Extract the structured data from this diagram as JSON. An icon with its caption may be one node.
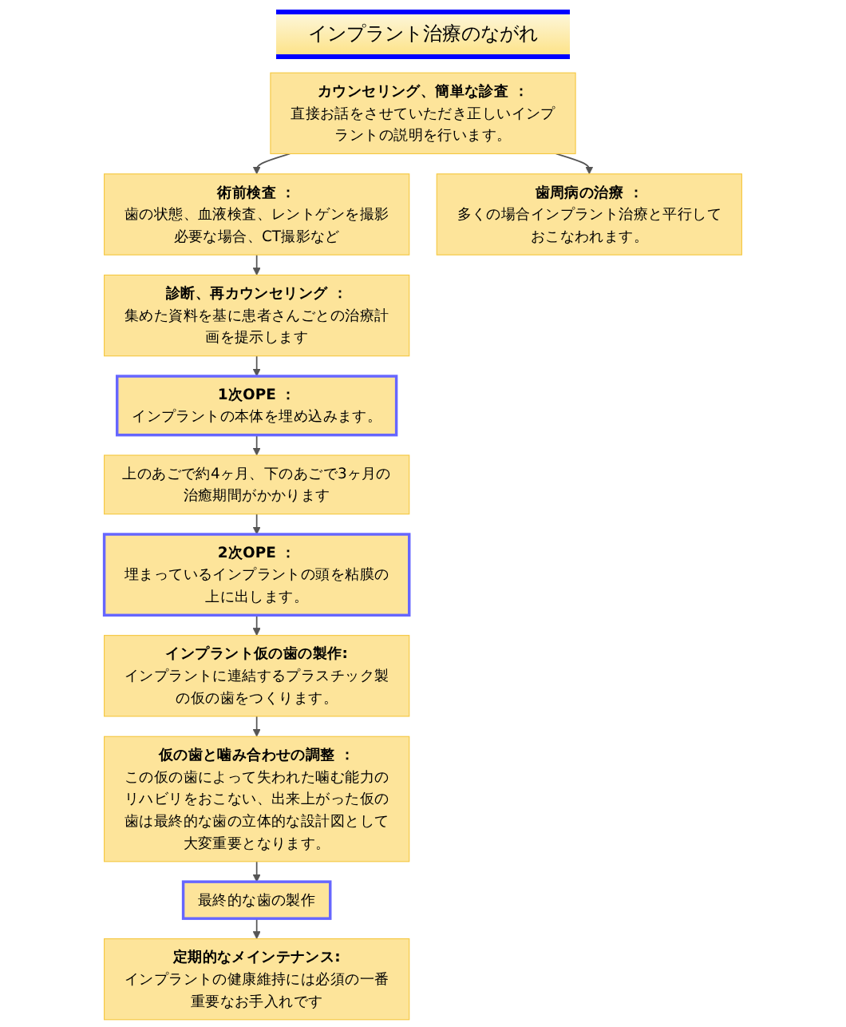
{
  "diagram": {
    "title": "インプラント治療のながれ",
    "nodes": [
      {
        "text": [
          "カウンセリング、簡単な診査 ：",
          "直接お話をさせていただき正しいインプラントの説明を行います。"
        ]
      },
      {
        "text": [
          "術前検査 ：",
          "歯の状態、血液検査、レントゲンを撮影必要な場合、CT撮影など"
        ]
      },
      {
        "text": [
          "診断、再カウンセリング ：",
          "集めた資料を基に患者さんごとの治療計画を提示します"
        ]
      },
      {
        "text": [
          "歯周病の治療 ：",
          "多くの場合インプラント治療と平行しておこなわれます。"
        ]
      },
      {
        "text": [
          "1次OPE ：",
          "インプラントの本体を埋め込みます。"
        ]
      },
      {
        "text": [
          "上のあごで約4ヶ月、下のあごで3ヶ月の治癒期間がかかります"
        ]
      },
      {
        "text": [
          "2次OPE ：",
          "埋まっているインプラントの頭を粘膜の上に出します。"
        ]
      },
      {
        "text": [
          "インプラント仮の歯の製作:",
          "インプラントに連結するプラスチック製の仮の歯をつくります。"
        ]
      },
      {
        "text": [
          "仮の歯と噛み合わせの調整 ：",
          "この仮の歯によって失われた噛む能力のリハビリをおこない、出来上がった仮の歯は最終的な歯の立体的な設計図として大変重要となります。"
        ]
      },
      {
        "text": [
          "最終的な歯の製作"
        ]
      },
      {
        "text": [
          "定期的なメインテナンス:",
          "インプラントの健康維持には必須の一番重要なお手入れです"
        ]
      }
    ],
    "edges": [
      {
        "from": 0,
        "to": 1,
        "arrow": "to"
      },
      {
        "from": 0,
        "to": 3,
        "arrow": "to"
      },
      {
        "from": 1,
        "to": 2,
        "arrow": "to"
      },
      {
        "from": 2,
        "to": 4,
        "arrow": "to"
      },
      {
        "from": 4,
        "to": 5,
        "arrow": "to"
      },
      {
        "from": 5,
        "to": 6,
        "arrow": "to"
      },
      {
        "from": 6,
        "to": 7,
        "arrow": "to"
      },
      {
        "from": 7,
        "to": 8,
        "arrow": "to"
      },
      {
        "from": 8,
        "to": 9,
        "arrow": "to"
      },
      {
        "from": 9,
        "to": 10,
        "arrow": "to"
      }
    ]
  }
}
